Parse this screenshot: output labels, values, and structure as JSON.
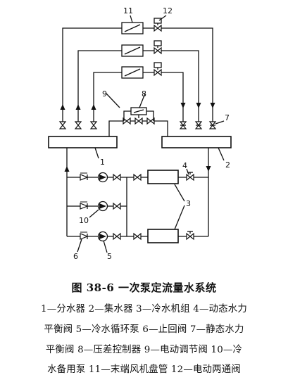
{
  "diagram": {
    "callouts": {
      "c1": "1",
      "c2": "2",
      "c3": "3",
      "c4": "4",
      "c5": "5",
      "c6": "6",
      "c7": "7",
      "c8": "8",
      "c9": "9",
      "c10": "10",
      "c11": "11",
      "c12": "12"
    }
  },
  "figure": {
    "title": "图 38-6    一次泵定流量水系统",
    "legend_lines": [
      "1—分水器  2—集水器  3—冷水机组  4—动态水力",
      "平衡阀  5—冷水循环泵  6—止回阀  7—静态水力",
      "平衡阀  8—压差控制器  9—电动调节阀  10—冷",
      "水备用泵  11—末端风机盘管  12—电动两通阀"
    ]
  }
}
